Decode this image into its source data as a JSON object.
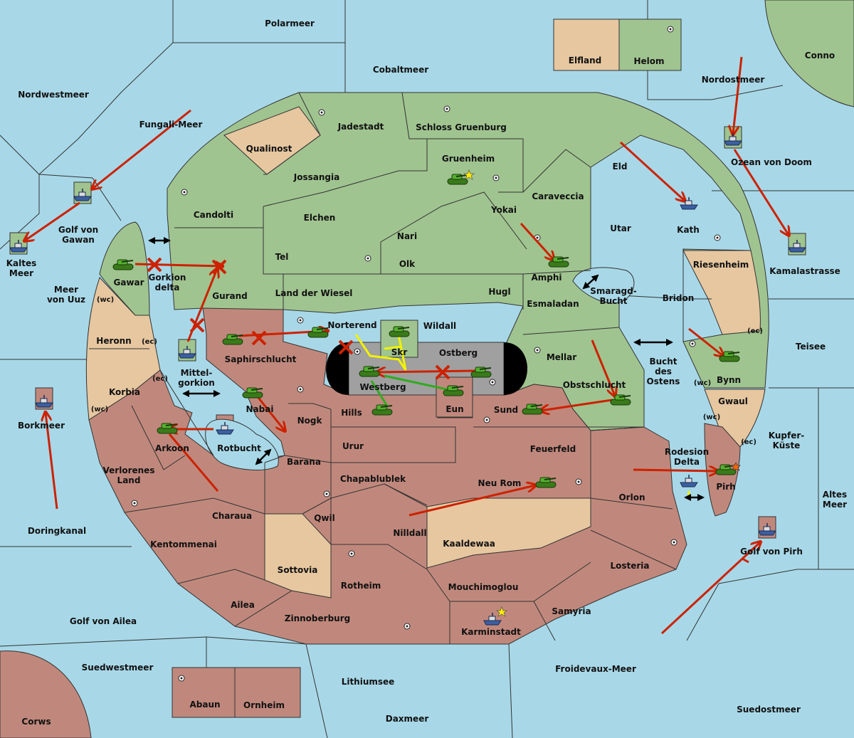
{
  "colors": {
    "sea": "#a8d8e8",
    "green_power": "#a0c490",
    "red_power": "#c0887c",
    "neutral": "#e6c7a0",
    "order_move": "#cc2200",
    "support_yellow": "#f2f200",
    "support_green": "#33aa22",
    "impassable": "#000000",
    "lake": "#a0a0a0"
  },
  "icons": {
    "army": "tank-icon",
    "fleet": "ship-icon",
    "supply_center": "supply-center-dot-icon",
    "star": "star-icon",
    "failed_move": "red-x-icon",
    "two_way_crossing": "double-arrow-icon"
  },
  "sea_labels": {
    "polarmeer": "Polarmeer",
    "cobaltmeer": "Cobaltmeer",
    "nordwestmeer": "Nordwestmeer",
    "fungali_meer": "Fungali-Meer",
    "golf_von_gawan": "Golf von Gawan",
    "kaltes_meer": "Kaltes Meer",
    "meer_von_uuz": "Meer von Uuz",
    "gorkion_delta": "Gorkion delta",
    "mittelgorkion": "Mittel- gorkion",
    "borkmeer": "Borkmeer",
    "rotbucht": "Rotbucht",
    "doringkanal": "Doringkanal",
    "golf_von_ailea": "Golf von Ailea",
    "suedwestmeer": "Suedwestmeer",
    "corws": "Corws",
    "lithiumsee": "Lithiumsee",
    "daxmeer": "Daxmeer",
    "froidevaux_meer": "Froidevaux-Meer",
    "suedostmeer": "Suedostmeer",
    "golf_von_pirh": "Golf von Pirh",
    "altes_meer": "Altes Meer",
    "kupferkueste": "Kupfer- Küste",
    "teisee": "Teisee",
    "bucht_des_ostens": "Bucht des Ostens",
    "smaragd_bucht": "Smaragd- Bucht",
    "nordostmeer": "Nordostmeer",
    "ozean_von_doom": "Ozean von Doom",
    "kamalastrasse": "Kamalastrasse",
    "conno": "Conno"
  },
  "land_labels": {
    "elfland": "Elfland",
    "helom": "Helom",
    "qualinost": "Qualinost",
    "jadestadt": "Jadestadt",
    "schloss_gruenburg": "Schloss Gruenburg",
    "gruenheim": "Gruenheim",
    "jossangia": "Jossangia",
    "candolti": "Candolti",
    "elchen": "Elchen",
    "nari": "Nari",
    "tel": "Tel",
    "olk": "Olk",
    "land_der_wiesel": "Land der Wiesel",
    "gurand": "Gurand",
    "gawar": "Gawar",
    "wc": "(wc)",
    "ec": "(ec)",
    "heronn": "Heronn",
    "korbia": "Korbia",
    "caraveccia": "Caraveccia",
    "yokai": "Yokai",
    "eld": "Eld",
    "utar": "Utar",
    "kath": "Kath",
    "amphi": "Amphi",
    "hugl": "Hugl",
    "esmaladan": "Esmaladan",
    "riesenheim": "Riesenheim",
    "bridon": "Bridon",
    "bynn": "Bynn",
    "gwaul": "Gwaul",
    "wildall": "Wildall",
    "norterend": "Norterend",
    "saphirschlucht": "Saphirschlucht",
    "skr": "Skr",
    "ostberg": "Ostberg",
    "mellar": "Mellar",
    "westberg": "Westberg",
    "eun": "Eun",
    "obstschlucht": "Obstschlucht",
    "sund": "Sund",
    "nabai": "Nabai",
    "nogk": "Nogk",
    "hills": "Hills",
    "arkoon": "Arkoon",
    "verlorenes_land": "Verlorenes Land",
    "barana": "Barana",
    "urur": "Urur",
    "feuerfeld": "Feuerfeld",
    "rodesion_delta": "Rodesion Delta",
    "pirh": "Pirh",
    "chapablublek": "Chapablublek",
    "neu_rom": "Neu Rom",
    "orlon": "Orlon",
    "charaua": "Charaua",
    "qwil": "Qwil",
    "nilldall": "Nilldall",
    "kaaldewaa": "Kaaldewaa",
    "kentommenai": "Kentommenai",
    "sottovia": "Sottovia",
    "rotheim": "Rotheim",
    "mouchimoglou": "Mouchimoglou",
    "losteria": "Losteria",
    "ailea": "Ailea",
    "zinnoberburg": "Zinnoberburg",
    "karminstadt": "Karminstadt",
    "samyria": "Samyria",
    "abaun": "Abaun",
    "ornheim": "Ornheim"
  }
}
